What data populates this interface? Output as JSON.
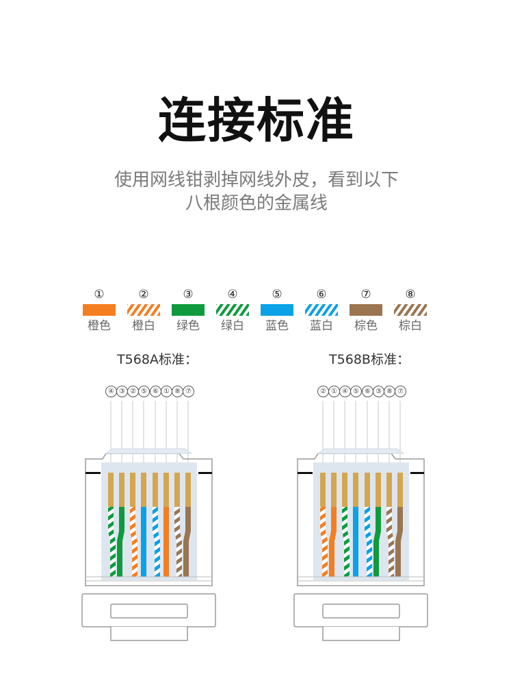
{
  "title": "连接标准",
  "subtitle": {
    "line1": "使用网线钳剥掉网线外皮，看到以下",
    "line2": "八根颜色的金属线"
  },
  "colors": {
    "orange": "#f47e20",
    "green": "#0f9b3d",
    "blue": "#0aa1e6",
    "brown": "#9b7550",
    "pin_gold": "#d4a650",
    "connector_bg": "#dde6ef",
    "outline": "#9a9a9a"
  },
  "legend": [
    {
      "num": "①",
      "label": "橙色",
      "color": "orange",
      "striped": false
    },
    {
      "num": "②",
      "label": "橙白",
      "color": "orange",
      "striped": true
    },
    {
      "num": "③",
      "label": "绿色",
      "color": "green",
      "striped": false
    },
    {
      "num": "④",
      "label": "绿白",
      "color": "green",
      "striped": true
    },
    {
      "num": "⑤",
      "label": "蓝色",
      "color": "blue",
      "striped": false
    },
    {
      "num": "⑥",
      "label": "蓝白",
      "color": "blue",
      "striped": true
    },
    {
      "num": "⑦",
      "label": "棕色",
      "color": "brown",
      "striped": false
    },
    {
      "num": "⑧",
      "label": "棕白",
      "color": "brown",
      "striped": true
    }
  ],
  "standards": [
    {
      "title": "T568A标准：",
      "order": [
        "④",
        "③",
        "②",
        "⑤",
        "⑥",
        "①",
        "⑧",
        "⑦"
      ],
      "wires": [
        {
          "color": "green",
          "striped": true
        },
        {
          "color": "green",
          "striped": false
        },
        {
          "color": "orange",
          "striped": true
        },
        {
          "color": "blue",
          "striped": false
        },
        {
          "color": "blue",
          "striped": true
        },
        {
          "color": "orange",
          "striped": false
        },
        {
          "color": "brown",
          "striped": true
        },
        {
          "color": "brown",
          "striped": false
        }
      ]
    },
    {
      "title": "T568B标准：",
      "order": [
        "②",
        "①",
        "④",
        "⑤",
        "⑥",
        "③",
        "⑧",
        "⑦"
      ],
      "wires": [
        {
          "color": "orange",
          "striped": true
        },
        {
          "color": "orange",
          "striped": false
        },
        {
          "color": "green",
          "striped": true
        },
        {
          "color": "blue",
          "striped": false
        },
        {
          "color": "blue",
          "striped": true
        },
        {
          "color": "green",
          "striped": false
        },
        {
          "color": "brown",
          "striped": true
        },
        {
          "color": "brown",
          "striped": false
        }
      ]
    }
  ]
}
